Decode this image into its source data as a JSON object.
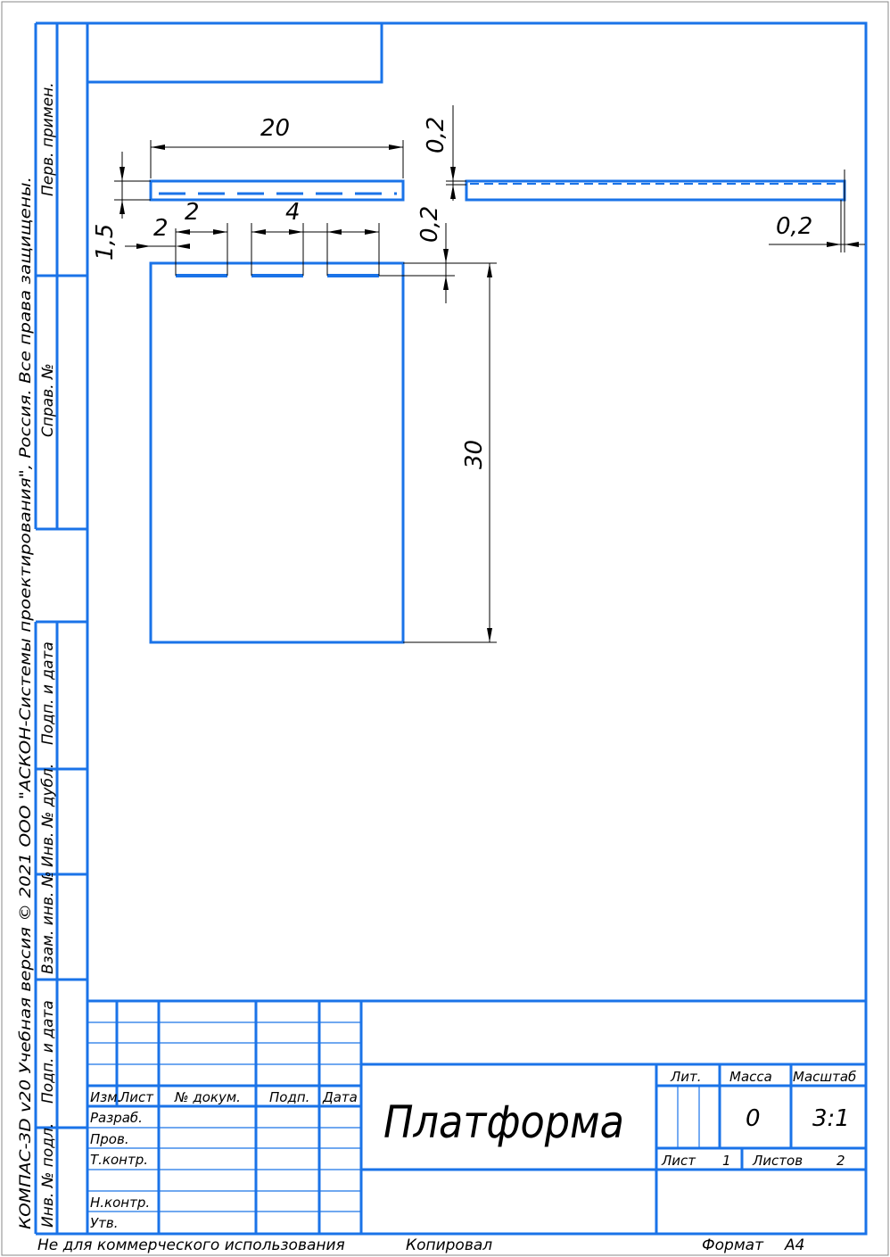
{
  "drawing": {
    "dimensions": {
      "width_top": "20",
      "gap_0_2_top": "0,2",
      "gap_0_2_mid": "0,2",
      "gap_0_2_right": "0,2",
      "slot_2": "2",
      "slot_4": "4",
      "offset_2": "2",
      "thickness_1_5": "1,5",
      "height_30": "30"
    }
  },
  "side_stamp": {
    "copyright": "КОМПАС-3D v20 Учебная версия © 2021 ООО \"АСКОН-Системы проектирования\", Россия. Все права защищены.",
    "perv_primen": "Перв. примен.",
    "sprav_no": "Справ. №",
    "podp_data_1": "Подп. и дата",
    "inv_dubl": "Инв. № дубл.",
    "vzam_inv": "Взам. инв. №",
    "podp_data_2": "Подп. и дата",
    "inv_podl": "Инв. № подл."
  },
  "title_block": {
    "headers": {
      "izm": "Изм.",
      "list": "Лист",
      "no_dokum": "№ докум.",
      "podp": "Подп.",
      "data": "Дата"
    },
    "roles": {
      "razrab": "Разраб.",
      "prov": "Пров.",
      "t_kontr": "Т.контр.",
      "n_kontr": "Н.контр.",
      "utv": "Утв."
    },
    "title": "Платформа",
    "lit_label": "Лит.",
    "massa_label": "Масса",
    "masshtab_label": "Масштаб",
    "massa_value": "0",
    "masshtab_value": "3:1",
    "list_label": "Лист",
    "list_value": "1",
    "listov_label": "Листов",
    "listov_value": "2"
  },
  "footer": {
    "not_commercial": "Не для коммерческого использования",
    "copied": "Копировал",
    "format_label": "Формат",
    "format_value": "А4"
  }
}
